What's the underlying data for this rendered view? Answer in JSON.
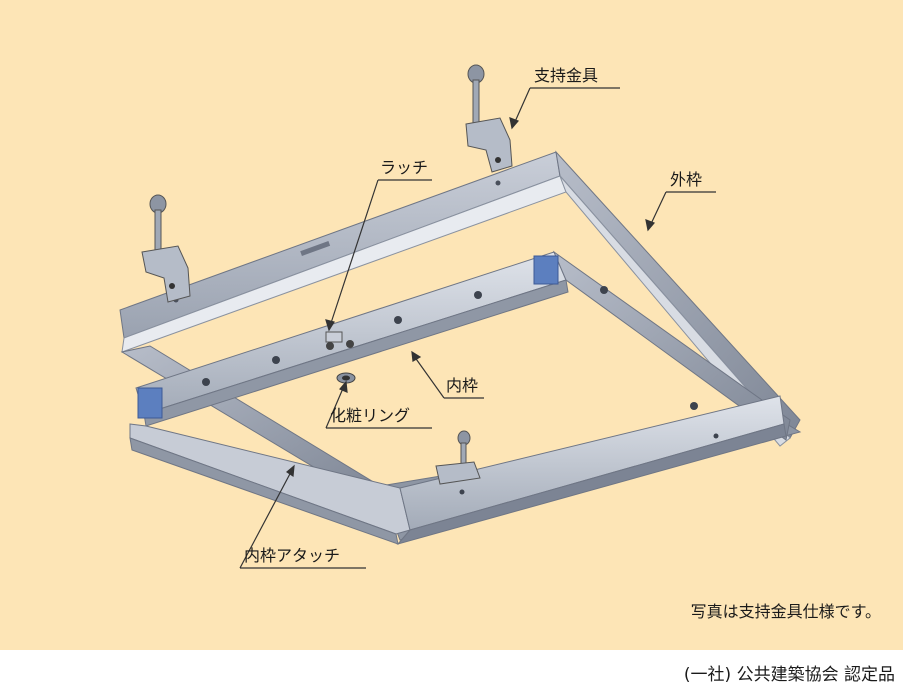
{
  "labels": {
    "support_bracket": "支持金具",
    "outer_frame": "外枠",
    "latch": "ラッチ",
    "inner_frame": "内枠",
    "decorative_ring": "化粧リング",
    "inner_frame_attachment": "内枠アタッチ"
  },
  "caption": "写真は支持金具仕様です。",
  "certification": "(一社) 公共建築協会 認定品",
  "colors": {
    "panel_background": "#fde5b6",
    "frame_metal": "#a9b1bf",
    "frame_shadow": "#7c8494",
    "leader_line": "#333333"
  }
}
